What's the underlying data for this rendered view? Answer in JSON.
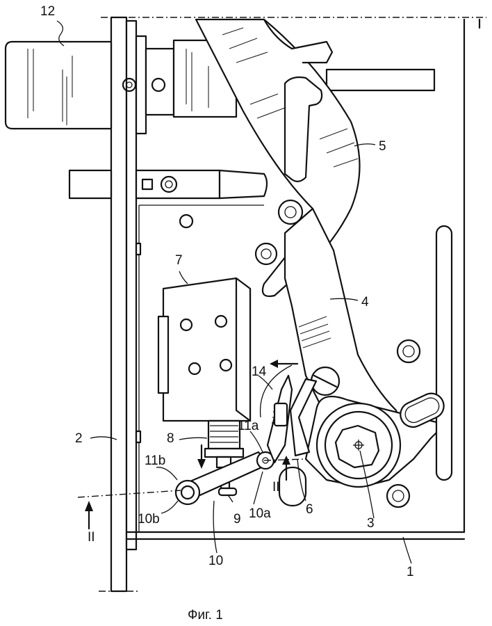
{
  "caption": "Фиг. 1",
  "labels": {
    "l12": "12",
    "l5": "5",
    "l7": "7",
    "l4": "4",
    "l14": "14",
    "l2": "2",
    "l8": "8",
    "l11a": "11a",
    "l11b": "11b",
    "l10b": "10b",
    "l9": "9",
    "l10a": "10a",
    "l6": "6",
    "l3": "3",
    "l10": "10",
    "l1": "1",
    "sectionLeft": "II",
    "sectionRight": "II"
  }
}
